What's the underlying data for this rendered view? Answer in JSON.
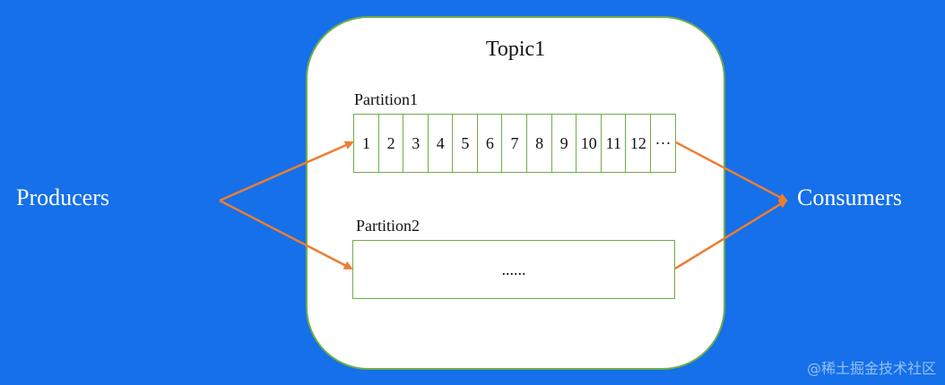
{
  "topic": {
    "title": "Topic1"
  },
  "partition1": {
    "label": "Partition1",
    "cells": [
      "1",
      "2",
      "3",
      "4",
      "5",
      "6",
      "7",
      "8",
      "9",
      "10",
      "11",
      "12",
      "···"
    ]
  },
  "partition2": {
    "label": "Partition2",
    "content": "......"
  },
  "producers": {
    "label": "Producers"
  },
  "consumers": {
    "label": "Consumers"
  },
  "watermark": "@稀土掘金技术社区",
  "colors": {
    "background": "#1570ea",
    "border": "#70ad47",
    "arrow": "#ed7d31"
  }
}
